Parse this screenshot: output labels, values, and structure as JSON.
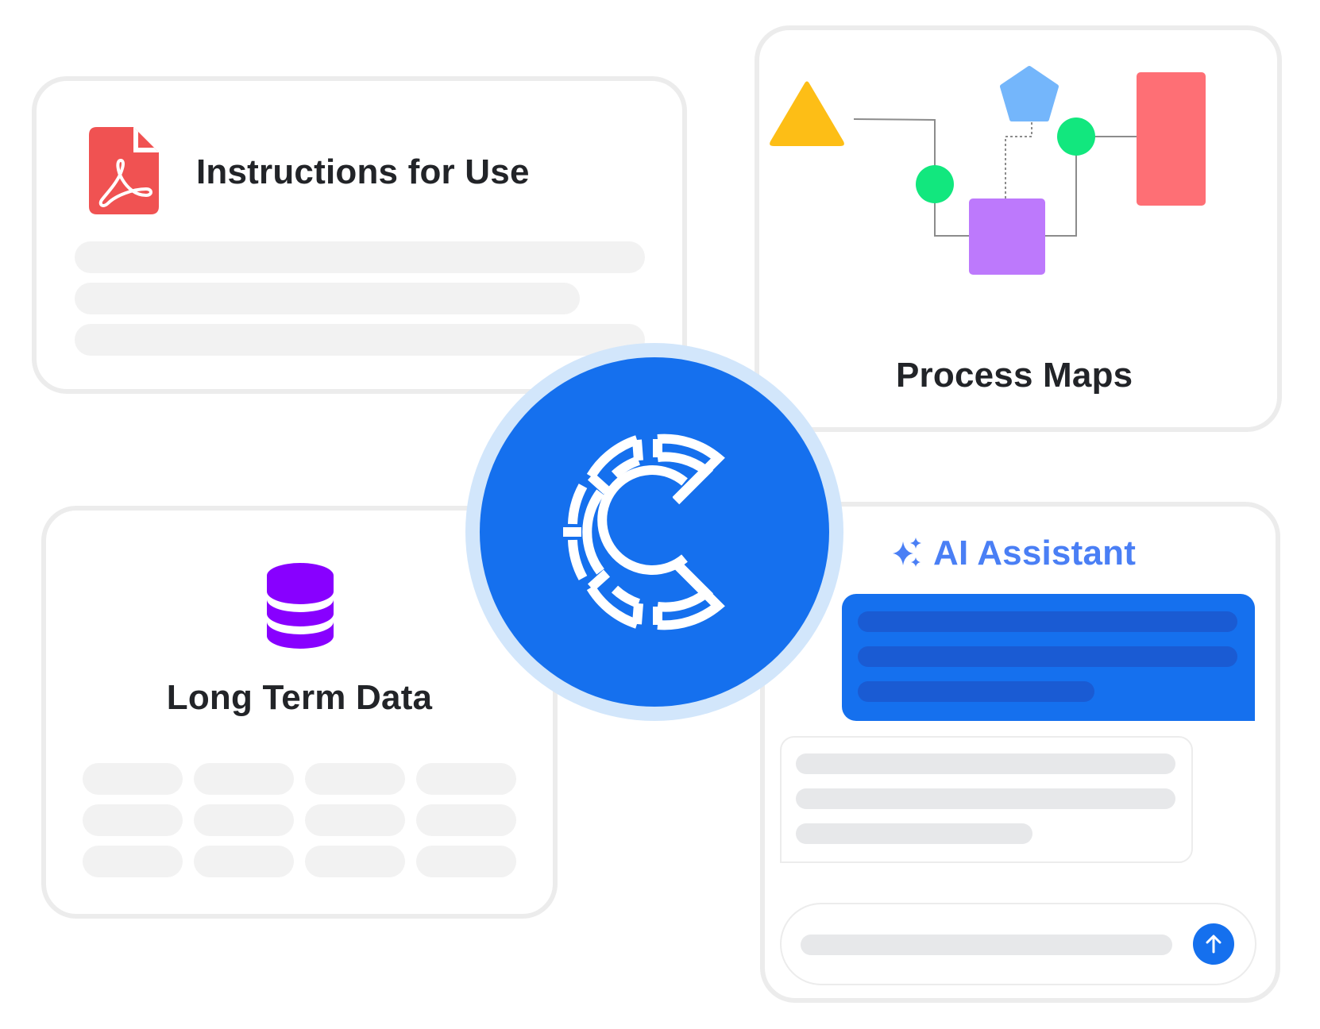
{
  "cards": {
    "instructions": {
      "title": "Instructions for Use",
      "icon": "pdf-file-icon"
    },
    "process_maps": {
      "title": "Process Maps",
      "icon": "flow-diagram-icon"
    },
    "long_term_data": {
      "title": "Long Term Data",
      "icon": "database-icon"
    },
    "ai_assistant": {
      "title": "AI Assistant",
      "icon": "sparkle-icon"
    }
  },
  "center": {
    "logo": "brand-c-logo-icon"
  },
  "colors": {
    "brand_blue": "#1570ee",
    "halo": "#d2e6fb",
    "pdf_red": "#f05252",
    "database_purple": "#8800ff",
    "ai_text": "#4a7ff5",
    "shape_yellow": "#fdbe16",
    "shape_green": "#12e77e",
    "shape_blue": "#74b6fb",
    "shape_purple": "#bd79fc",
    "shape_red": "#fe6f75"
  }
}
